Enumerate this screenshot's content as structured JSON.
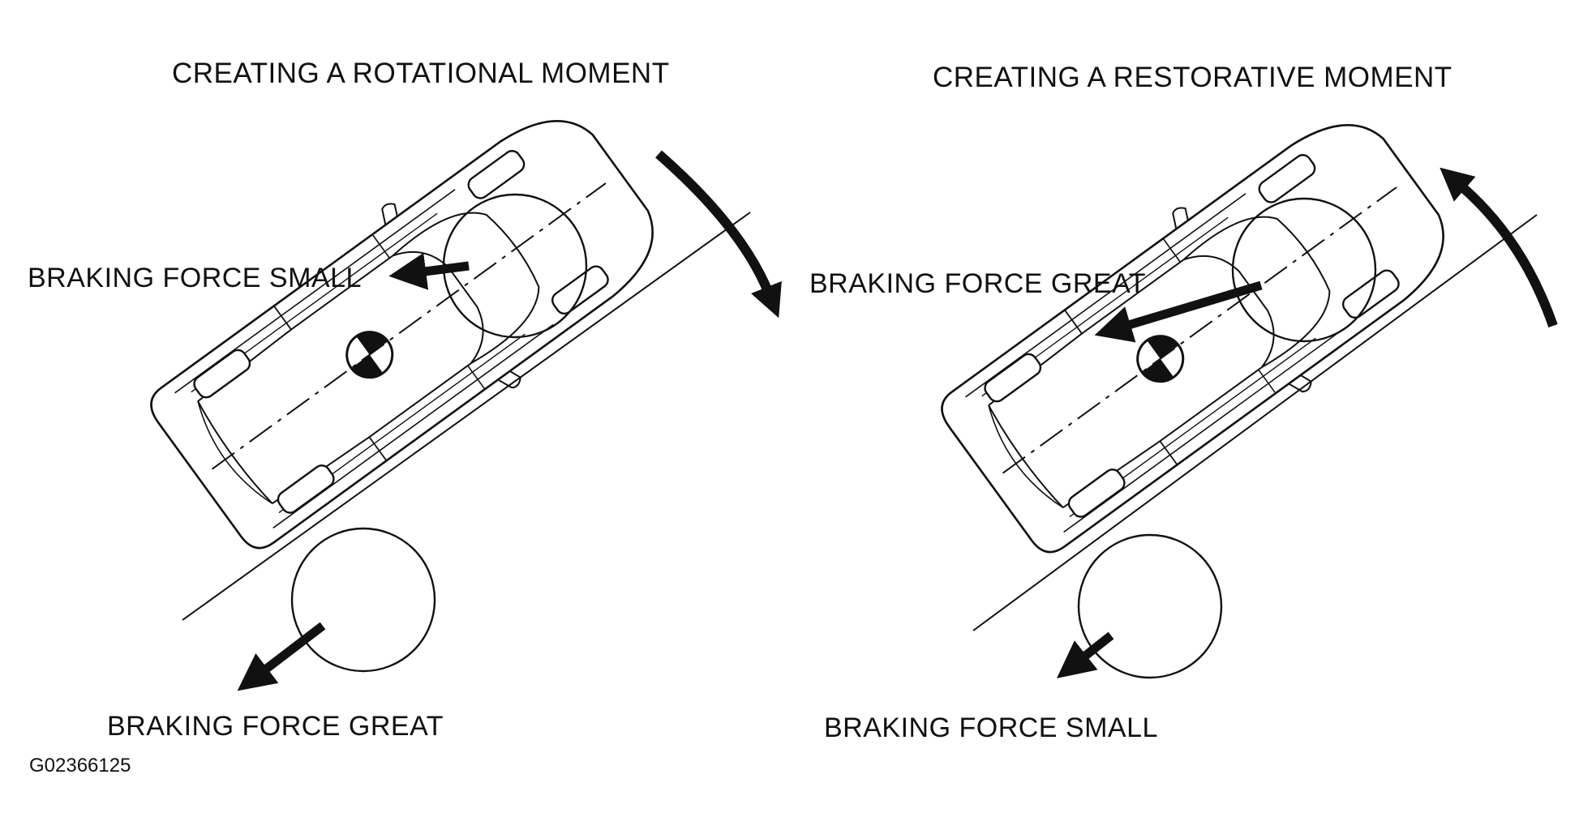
{
  "titles": {
    "left": "CREATING A ROTATIONAL MOMENT",
    "right": "CREATING A RESTORATIVE MOMENT"
  },
  "left_panel": {
    "upper_label": "BRAKING FORCE SMALL",
    "lower_label": "BRAKING FORCE GREAT",
    "moment_direction": "clockwise"
  },
  "right_panel": {
    "upper_label": "BRAKING FORCE GREAT",
    "lower_label": "BRAKING FORCE SMALL",
    "moment_direction": "counter-clockwise"
  },
  "figure_code": "G02366125",
  "colors": {
    "ink": "#111111",
    "paper": "#ffffff"
  }
}
